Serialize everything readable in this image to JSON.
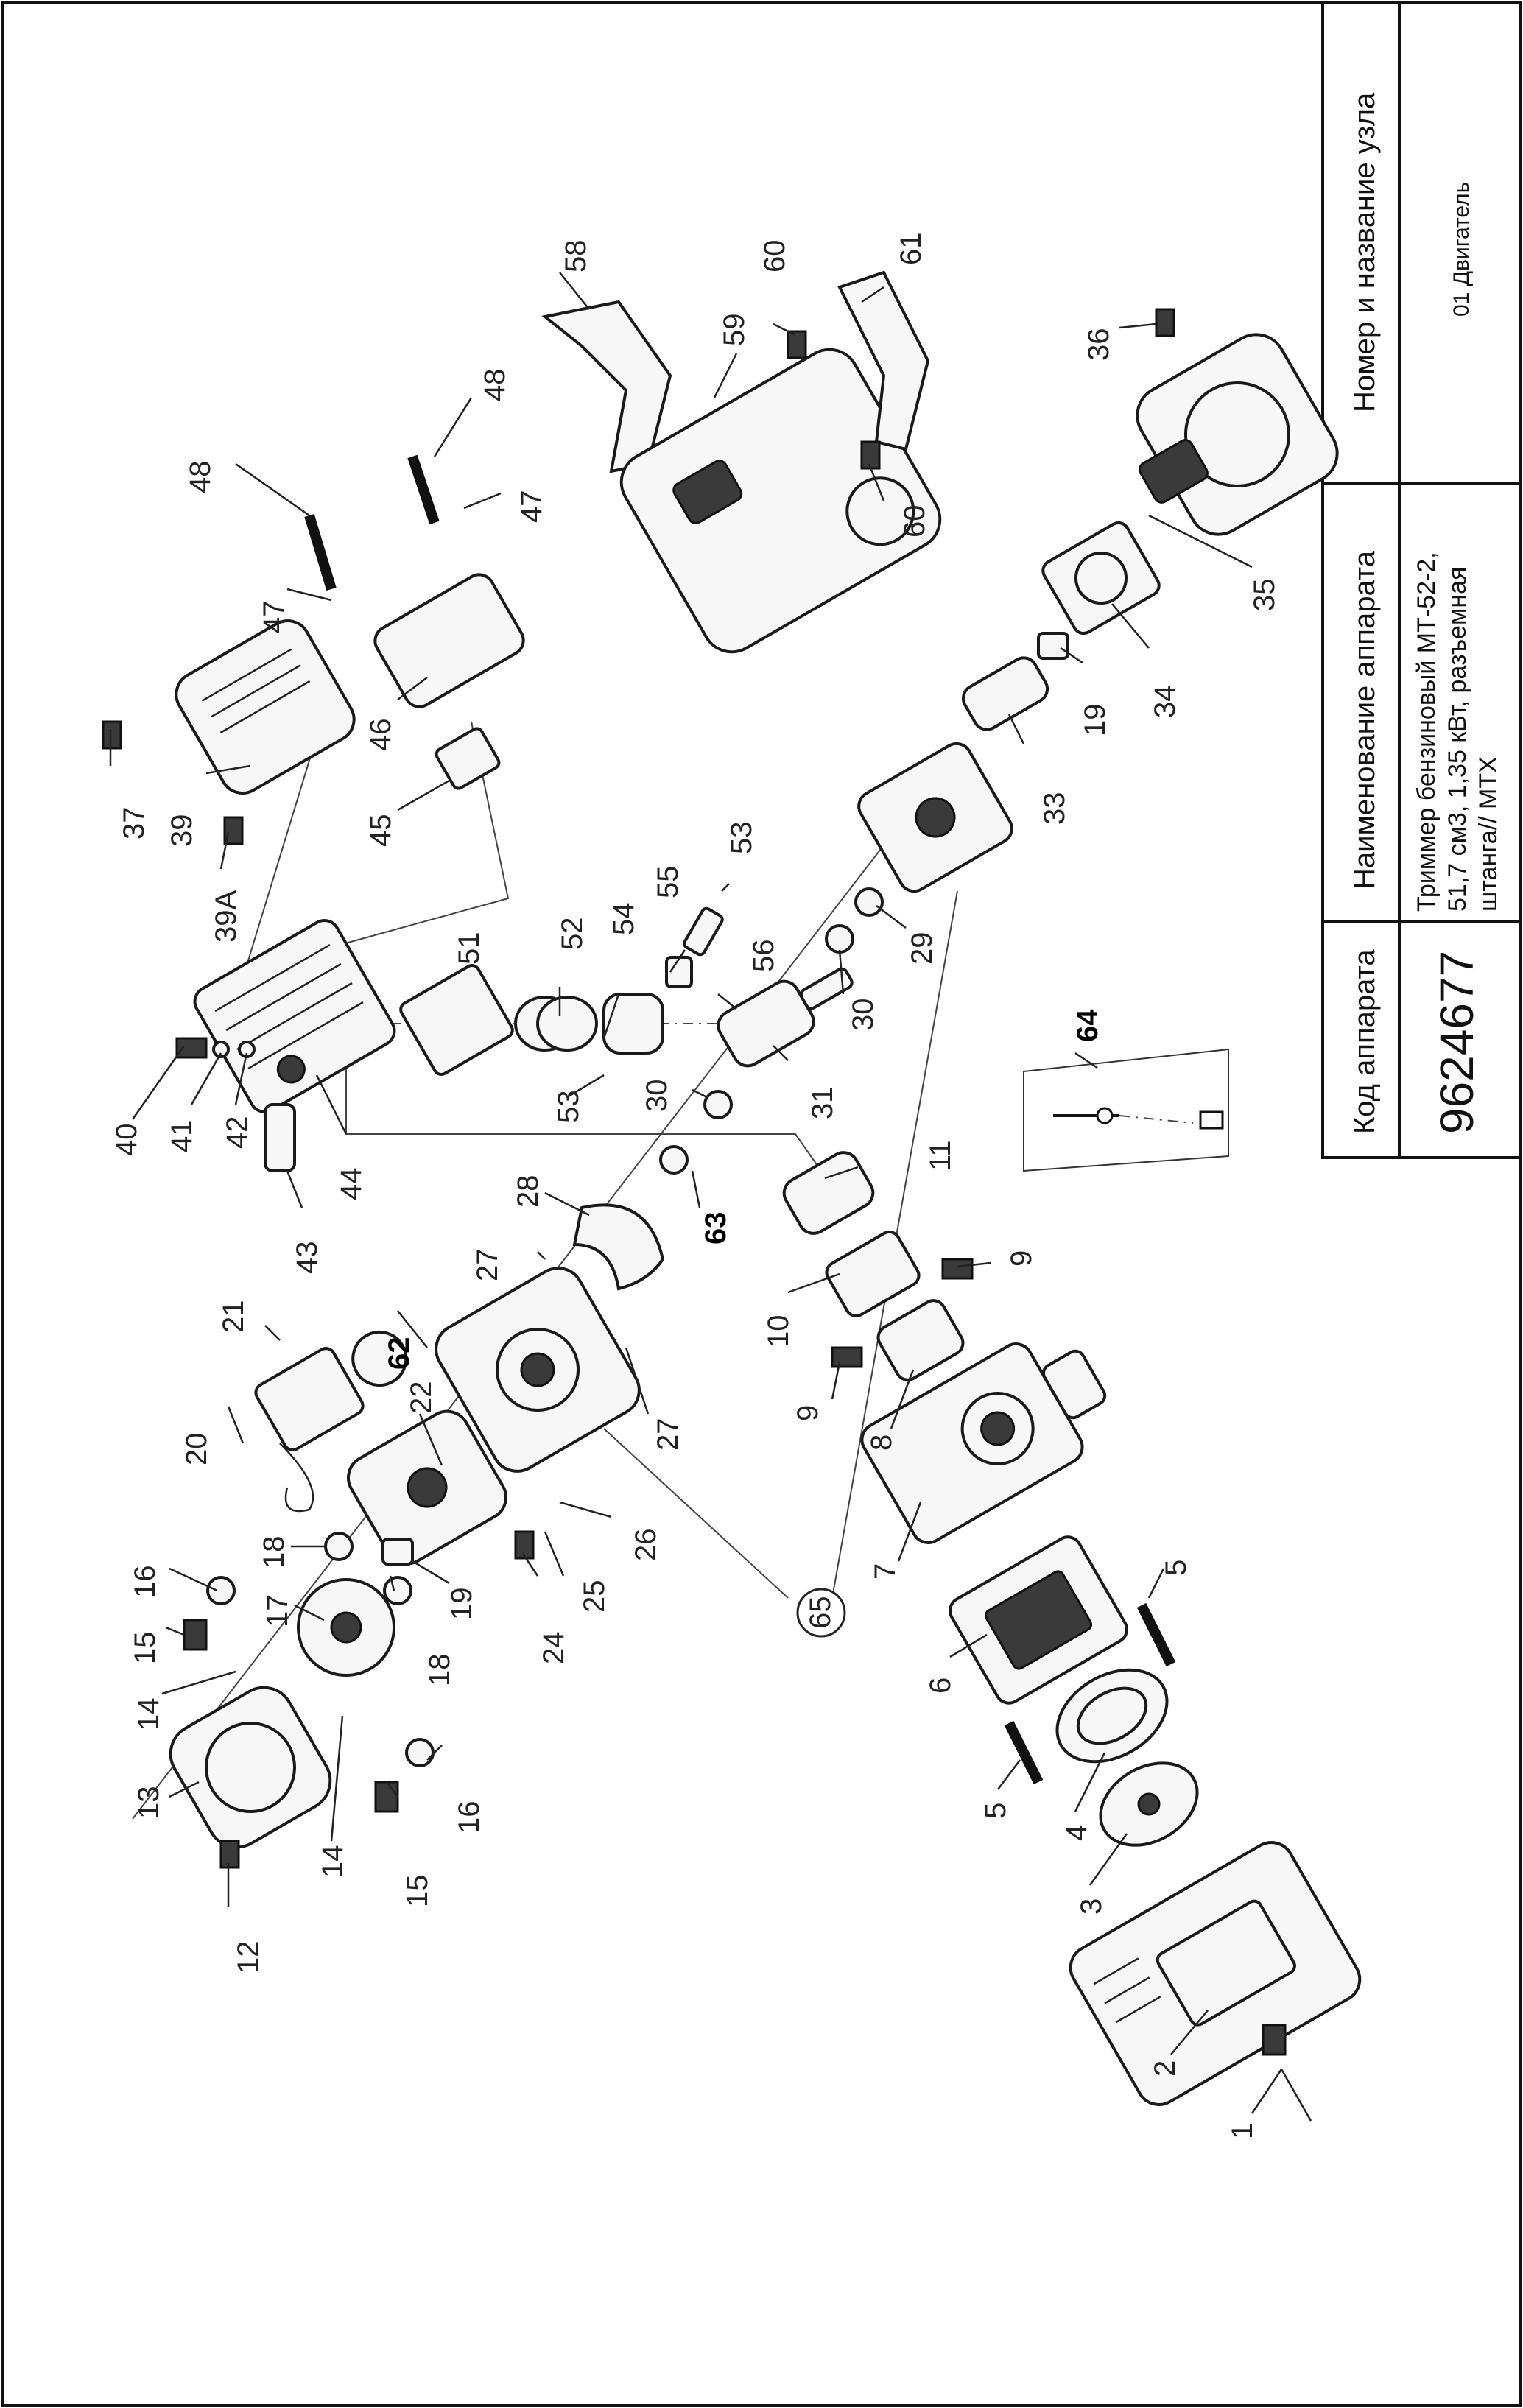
{
  "title_block": {
    "header_code": "Код аппарата",
    "code_value": "9624677",
    "header_name": "Наименование аппарата",
    "name_value_line1": "Триммер бензиновый МТ-52-2,",
    "name_value_line2": "51,7 см3, 1,35 кВт, разъемная",
    "name_value_line3": "штанга// МТХ",
    "header_unit": "Номер и название узла",
    "unit_value": "01 Двигатель"
  },
  "parts": {
    "p1": "1",
    "p2": "2",
    "p3": "3",
    "p4": "4",
    "p5a": "5",
    "p5b": "5",
    "p6": "6",
    "p7": "7",
    "p8": "8",
    "p9a": "9",
    "p9b": "9",
    "p10": "10",
    "p11": "11",
    "p12": "12",
    "p13": "13",
    "p14a": "14",
    "p14b": "14",
    "p15a": "15",
    "p15b": "15",
    "p16a": "16",
    "p16b": "16",
    "p17": "17",
    "p18a": "18",
    "p18b": "18",
    "p19a": "19",
    "p19b": "19",
    "p20": "20",
    "p21": "21",
    "p22": "22",
    "p24": "24",
    "p25": "25",
    "p26": "26",
    "p27a": "27",
    "p27b": "27",
    "p28": "28",
    "p29": "29",
    "p30a": "30",
    "p30b": "30",
    "p31": "31",
    "p33": "33",
    "p34": "34",
    "p35": "35",
    "p36": "36",
    "p37": "37",
    "p39": "39",
    "p39a": "39A",
    "p40": "40",
    "p41": "41",
    "p42": "42",
    "p43": "43",
    "p44": "44",
    "p45": "45",
    "p46": "46",
    "p47a": "47",
    "p47b": "47",
    "p48a": "48",
    "p48b": "48",
    "p51": "51",
    "p52": "52",
    "p53a": "53",
    "p53b": "53",
    "p54": "54",
    "p55": "55",
    "p56": "56",
    "p58": "58",
    "p59": "59",
    "p60a": "60",
    "p60b": "60",
    "p61": "61",
    "p62": "62",
    "p63": "63",
    "p64": "64",
    "p65": "65"
  }
}
